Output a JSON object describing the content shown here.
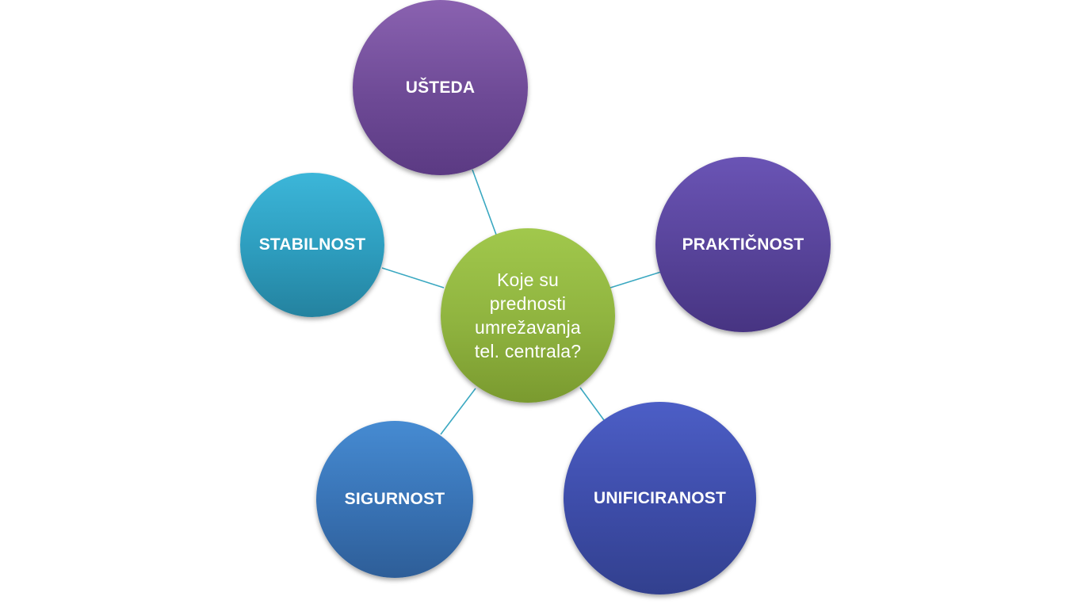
{
  "diagram": {
    "type": "radial-cluster",
    "connector_color": "#3aa8c1",
    "center": {
      "text": "Koje su prednosti umrežavanja tel. centrala?",
      "color": "#94b842"
    },
    "nodes": [
      {
        "id": "usteda",
        "label": "UŠTEDA",
        "color": "#6e4a96"
      },
      {
        "id": "prakticnost",
        "label": "PRAKTIČNOST",
        "color": "#574399"
      },
      {
        "id": "unificiranost",
        "label": "UNIFICIRANOST",
        "color": "#3d4ca8"
      },
      {
        "id": "sigurnost",
        "label": "SIGURNOST",
        "color": "#3872b4"
      },
      {
        "id": "stabilnost",
        "label": "STABILNOST",
        "color": "#2d9cbd"
      }
    ]
  }
}
